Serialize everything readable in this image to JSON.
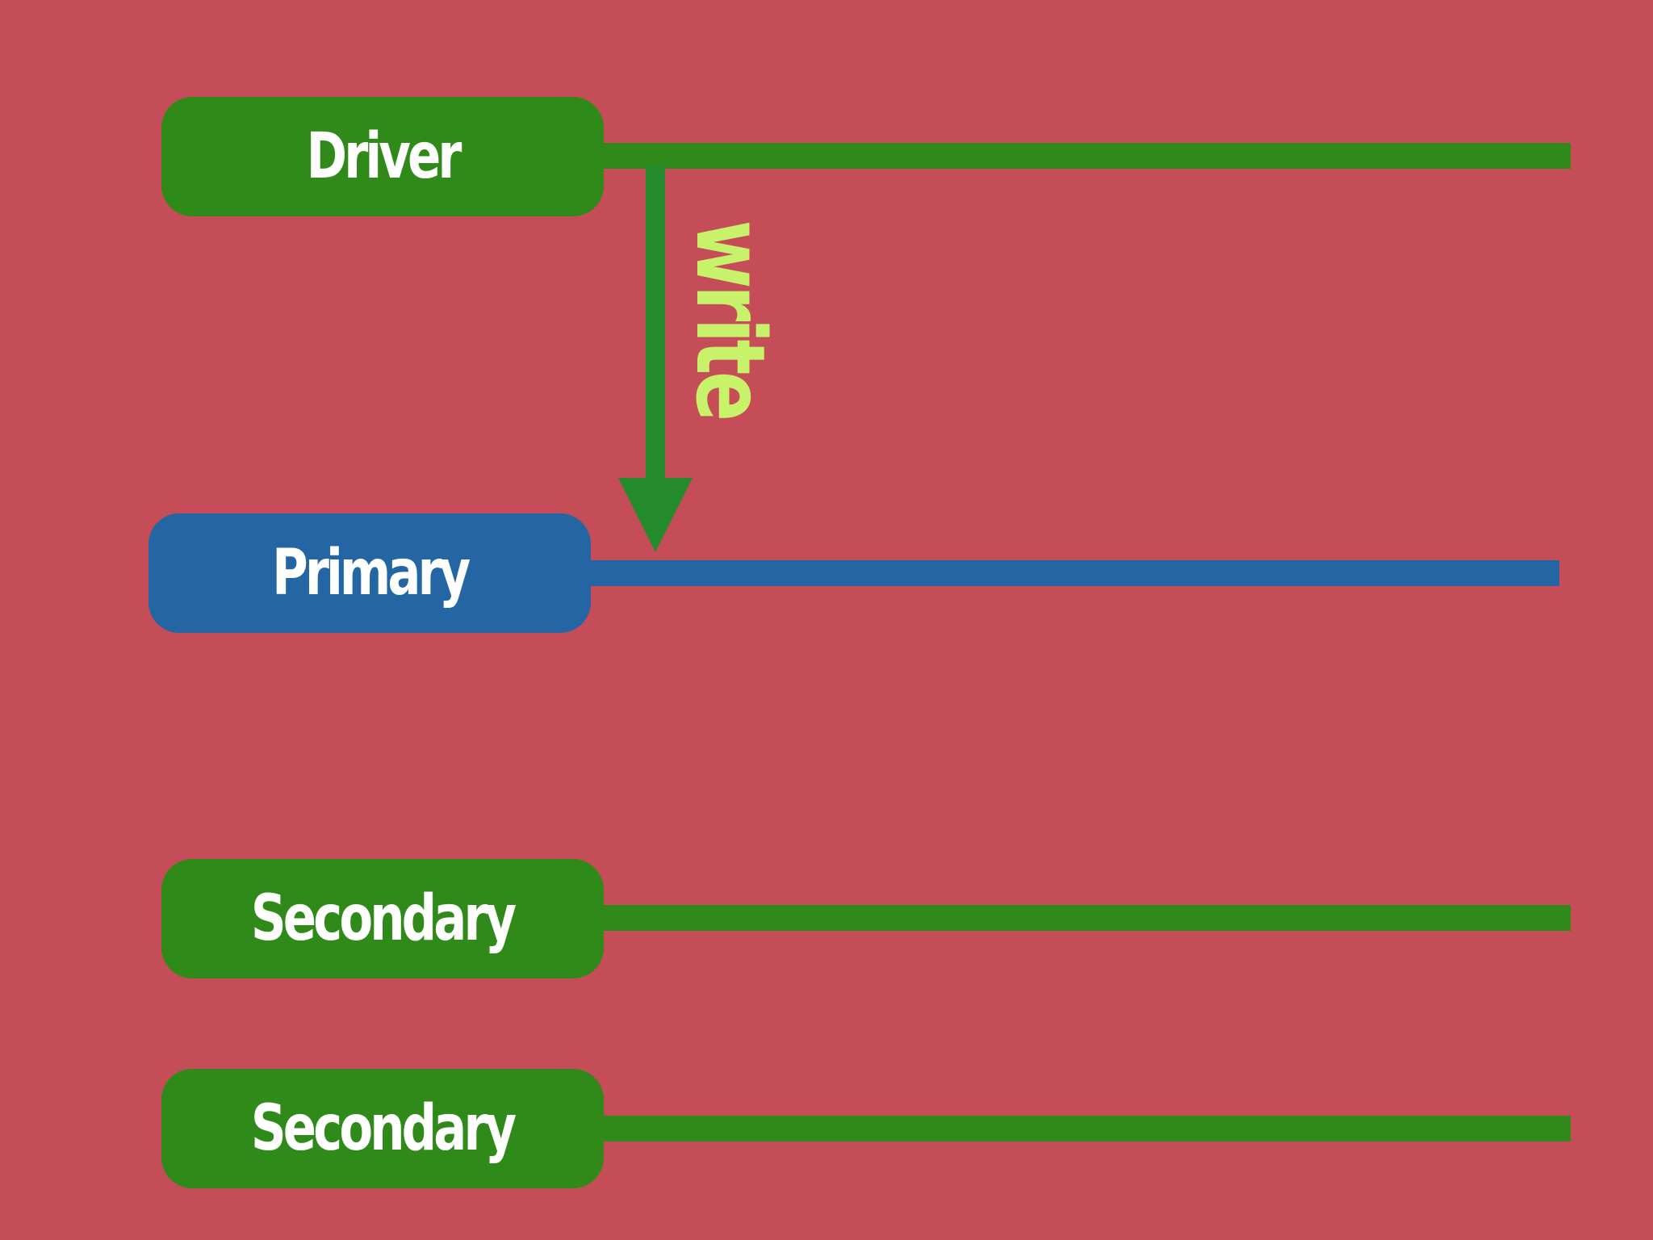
{
  "diagram": {
    "nodes": [
      {
        "id": "driver",
        "label": "Driver",
        "role": "driver",
        "color": "#308a1a"
      },
      {
        "id": "primary",
        "label": "Primary",
        "role": "primary",
        "color": "#2366a3"
      },
      {
        "id": "secondary-1",
        "label": "Secondary",
        "role": "secondary",
        "color": "#308a1a"
      },
      {
        "id": "secondary-2",
        "label": "Secondary",
        "role": "secondary",
        "color": "#308a1a"
      }
    ],
    "edges": [
      {
        "from": "driver",
        "to": "primary",
        "label": "write",
        "color": "#248c2c",
        "label_color": "#c7f26a"
      }
    ],
    "background_color": "#c44d58"
  }
}
